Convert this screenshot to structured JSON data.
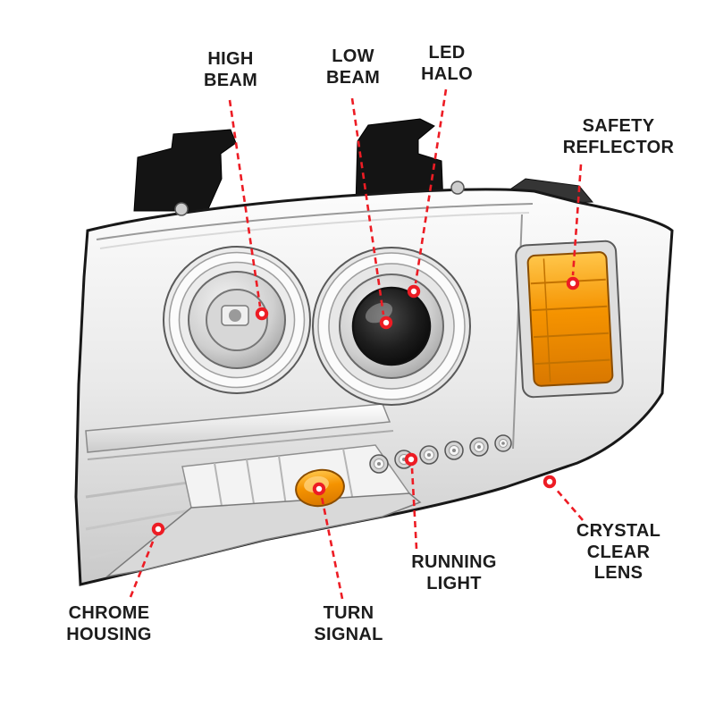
{
  "colors": {
    "leader": "#ed1c24",
    "amber": "#f59300",
    "label_text": "#1c1c1c",
    "background": "#ffffff"
  },
  "labels": {
    "high_beam": "HIGH\nBEAM",
    "low_beam": "LOW\nBEAM",
    "led_halo": "LED\nHALO",
    "safety_reflector": "SAFETY\nREFLECTOR",
    "crystal_clear_lens": "CRYSTAL\nCLEAR LENS",
    "running_light": "RUNNING\nLIGHT",
    "turn_signal": "TURN\nSIGNAL",
    "chrome_housing": "CHROME\nHOUSING"
  }
}
